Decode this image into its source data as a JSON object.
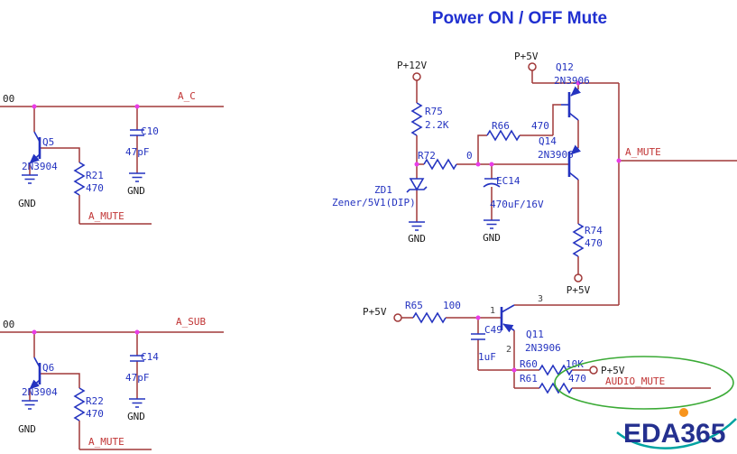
{
  "title": "Power ON / OFF Mute",
  "nets": {
    "stub": "00",
    "a_c": "A_C",
    "a_sub": "A_SUB",
    "a_mute": "A_MUTE",
    "audio_mute": "AUDIO_MUTE"
  },
  "power": {
    "p12v": "P+12V",
    "p5v": "P+5V",
    "gnd": "GND"
  },
  "left_top": {
    "q_ref": "Q5",
    "q_val": "2N3904",
    "r_ref": "R21",
    "r_val": "470",
    "c_ref": "C10",
    "c_val": "47pF"
  },
  "left_bottom": {
    "q_ref": "Q6",
    "q_val": "2N3904",
    "r_ref": "R22",
    "r_val": "470",
    "c_ref": "C14",
    "c_val": "47pF"
  },
  "right": {
    "r75_ref": "R75",
    "r75_val": "2.2K",
    "r72_ref": "R72",
    "r72_val": "0",
    "r66_ref": "R66",
    "r66_val": "470",
    "q12_ref": "Q12",
    "q12_val": "2N3906",
    "q14_ref": "Q14",
    "q14_val": "2N3906",
    "zd1_ref": "ZD1",
    "zd1_val": "Zener/5V1(DIP)",
    "ec14_ref": "EC14",
    "ec14_val": "470uF/16V",
    "r74_ref": "R74",
    "r74_val": "470",
    "r65_ref": "R65",
    "r65_val": "100",
    "q11_ref": "Q11",
    "q11_val": "2N3906",
    "c49_ref": "C49",
    "c49_val": "1uF",
    "r60_ref": "R60",
    "r60_val": "10K",
    "r61_ref": "R61",
    "r61_val": "470",
    "pin1": "1",
    "pin2": "2",
    "pin3": "3"
  },
  "logo": {
    "text": "EDA365"
  },
  "colors": {
    "wire": "#A03838",
    "symbol": "#2433C0",
    "net_label": "#C13535",
    "junction": "#E93CE9",
    "title": "#2030D0",
    "highlight_ellipse": "#3AAA35",
    "logo_blue": "#24308F",
    "logo_orange": "#F7941D",
    "logo_teal": "#00A3A1"
  }
}
